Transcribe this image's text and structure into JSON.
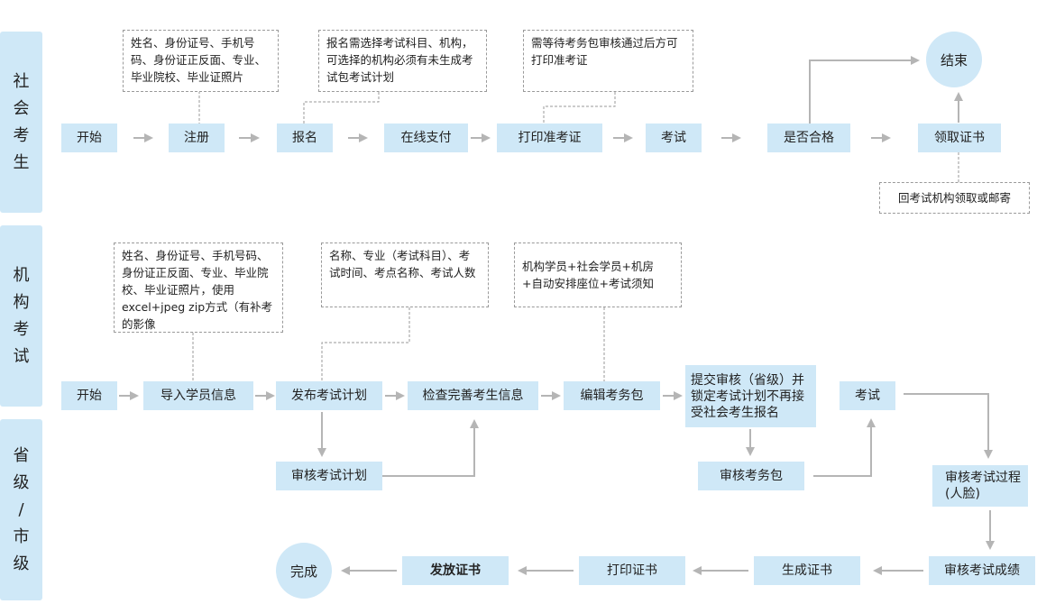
{
  "lanes": {
    "social": [
      "社",
      "会",
      "考",
      "生"
    ],
    "org": [
      "机",
      "构",
      "考",
      "试"
    ],
    "prov": [
      "省",
      "级",
      "/",
      "市",
      "级"
    ]
  },
  "social": {
    "start": "开始",
    "register": "注册",
    "apply": "报名",
    "pay": "在线支付",
    "print_ticket": "打印准考证",
    "exam": "考试",
    "pass": "是否合格",
    "get_cert": "领取证书",
    "end": "结束",
    "note_register": "姓名、身份证号、手机号码、身份证正反面、专业、毕业院校、毕业证照片",
    "note_apply": "报名需选择考试科目、机构，可选择的机构必须有未生成考试包考试计划",
    "note_print": "需等待考务包审核通过后方可打印准考证",
    "note_cert": "回考试机构领取或邮寄"
  },
  "org": {
    "start": "开始",
    "import": "导入学员信息",
    "publish": "发布考试计划",
    "check": "检查完善考生信息",
    "edit_pkg": "编辑考务包",
    "submit": "提交审核（省级）并锁定考试计划不再接受社会考生报名",
    "exam": "考试",
    "note_import": "姓名、身份证号、手机号码、身份证正反面、专业、毕业院校、毕业证照片，使用excel+jpeg zip方式（有补考的影像",
    "note_publish": "名称、专业（考试科目）、考试时间、考点名称、考试人数",
    "note_pkg": "机构学员+社会学员+机房+自动安排座位+考试须知"
  },
  "prov": {
    "review_plan": "审核考试计划",
    "review_pkg": "审核考务包",
    "review_process": "审核考试过程(人脸)",
    "review_score": "审核考试成绩",
    "gen_cert": "生成证书",
    "print_cert": "打印证书",
    "issue_cert": "发放证书",
    "done": "完成"
  }
}
